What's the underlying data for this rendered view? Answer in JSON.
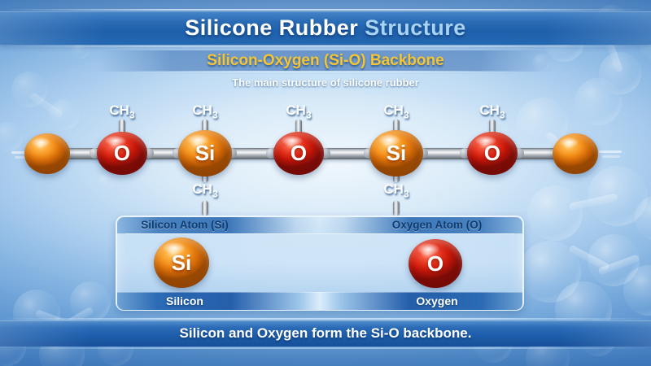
{
  "title": {
    "main": "Silicone Rubber",
    "accent": "Structure"
  },
  "subtitle": {
    "heading": "Silicon-Oxygen (Si-O) Backbone",
    "caption": "The main structure of silicone rubber"
  },
  "chain": {
    "methyl": {
      "text": "CH",
      "sub": "3"
    },
    "atoms": [
      {
        "symbol": "",
        "type": "terminal"
      },
      {
        "symbol": "O",
        "type": "oxygen"
      },
      {
        "symbol": "Si",
        "type": "silicon"
      },
      {
        "symbol": "O",
        "type": "oxygen"
      },
      {
        "symbol": "Si",
        "type": "silicon"
      },
      {
        "symbol": "O",
        "type": "oxygen"
      },
      {
        "symbol": "",
        "type": "terminal"
      }
    ]
  },
  "legend": {
    "silicon": {
      "header": "Silicon Atom (Si)",
      "symbol": "Si",
      "label": "Silicon"
    },
    "oxygen": {
      "header": "Oxygen Atom (O)",
      "symbol": "O",
      "label": "Oxygen"
    }
  },
  "footer": {
    "text": "Silicon and Oxygen form the Si-O backbone."
  },
  "colors": {
    "title_bar_blue": "#2265b0",
    "heading_gold": "#f7c531",
    "oxygen_red": "#d92a18",
    "silicon_orange": "#f28c1e",
    "backbone_silver": "#d7dce1",
    "panel_blue": "#cfe4f6"
  }
}
